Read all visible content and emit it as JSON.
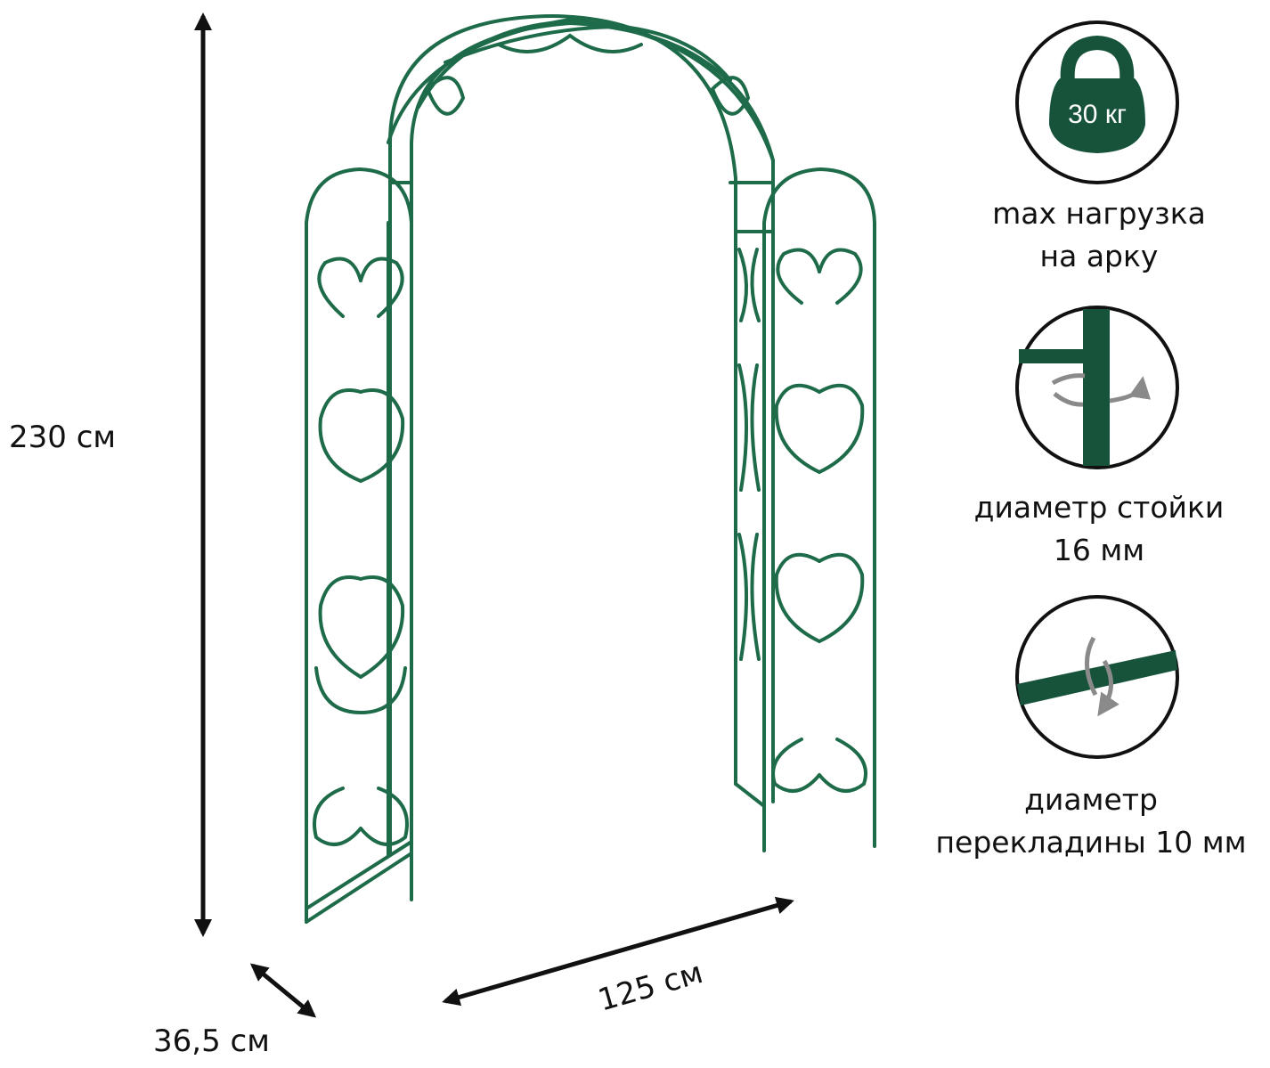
{
  "dimensions": {
    "height": "230 см",
    "width": "125 см",
    "depth": "36,5 см"
  },
  "specs": {
    "load": {
      "icon": "kettlebell-icon",
      "value": "30 кг",
      "line1": "max нагрузка",
      "line2": "на арку"
    },
    "post": {
      "icon": "post-diameter-icon",
      "line1": "диаметр стойки",
      "line2": "16 мм"
    },
    "crossbar": {
      "icon": "crossbar-diameter-icon",
      "line1": "диаметр",
      "line2": "перекладины 10 мм"
    }
  },
  "colors": {
    "frame": "#1e6b4a",
    "icon_fill": "#17533a",
    "arrow": "#111111"
  }
}
